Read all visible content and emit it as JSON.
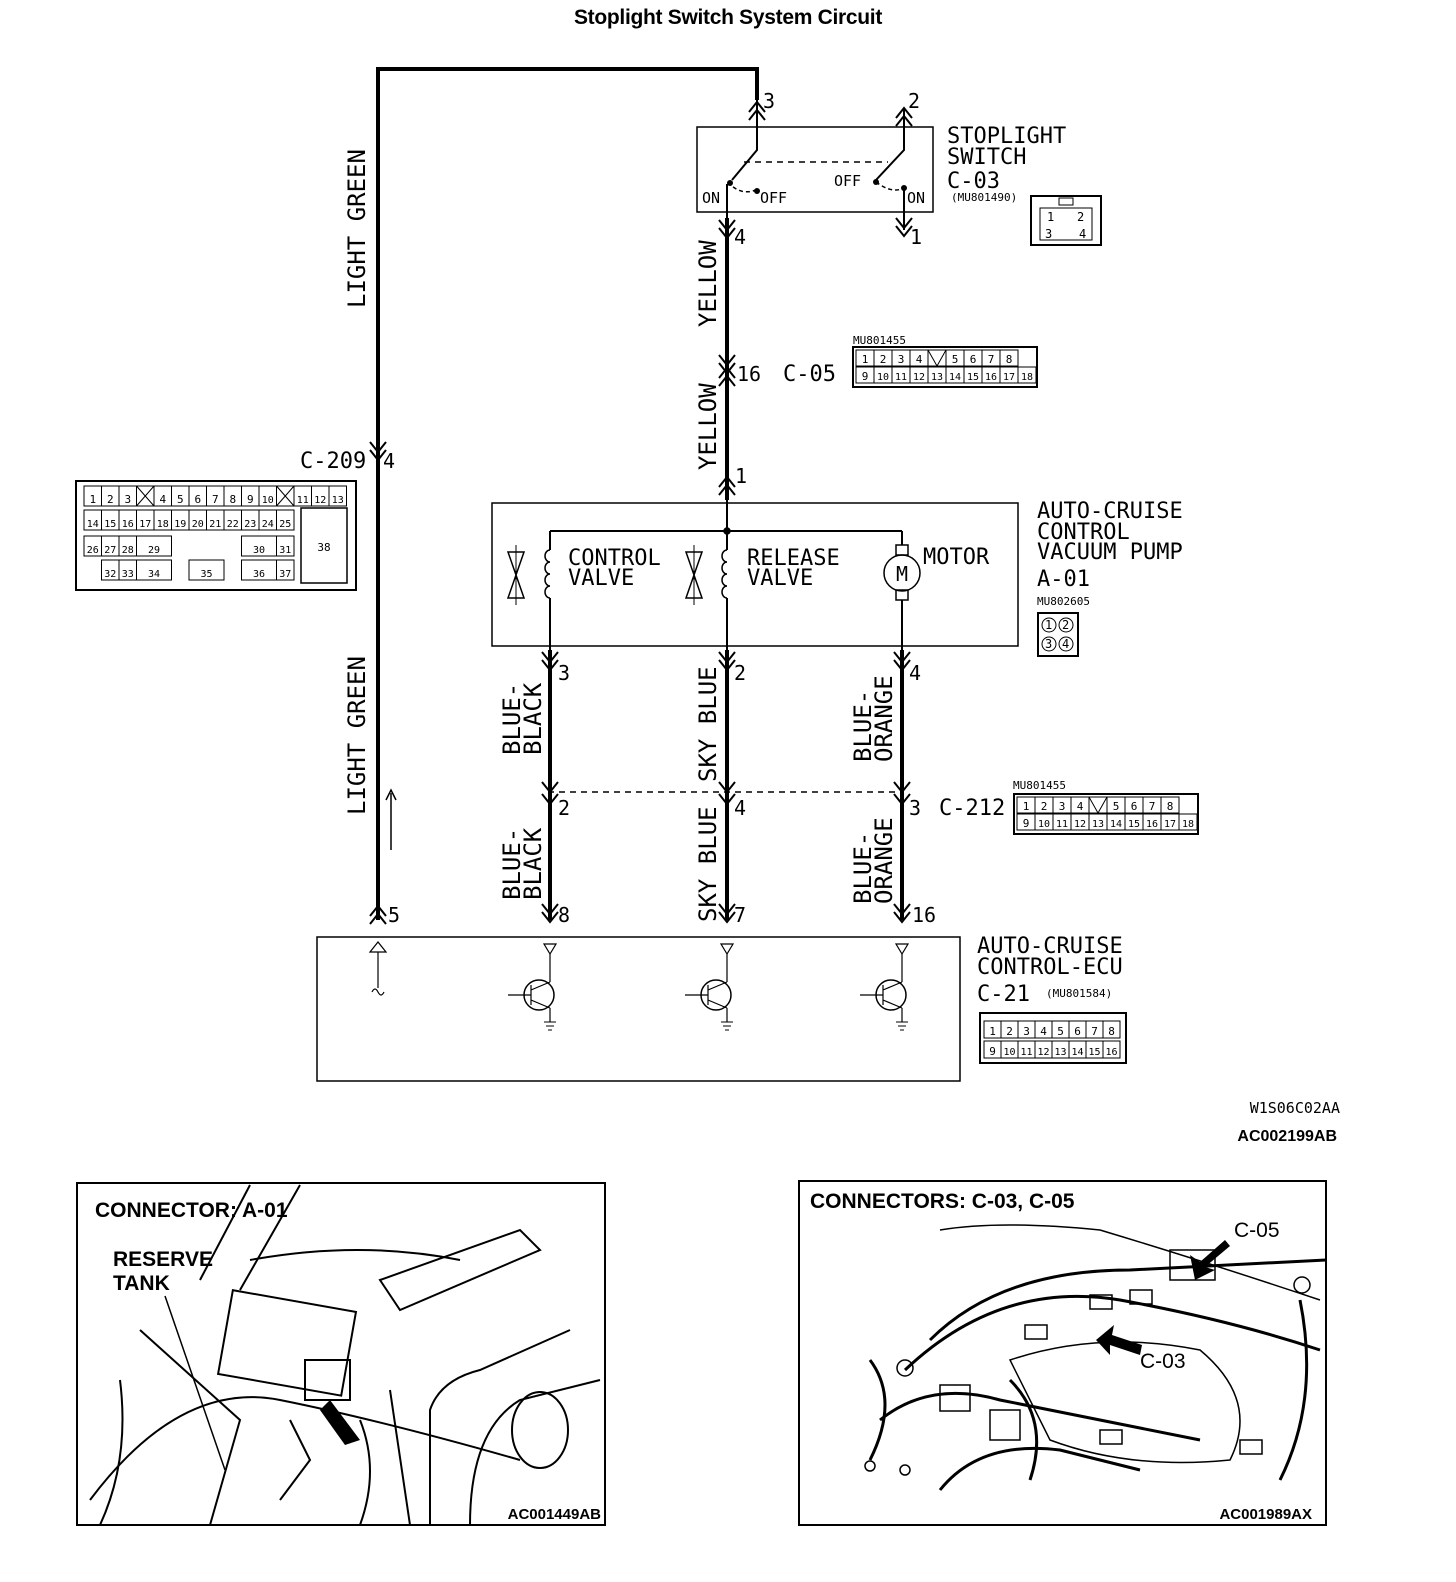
{
  "title": "Stoplight Switch System Circuit",
  "wires": {
    "light_green": "LIGHT GREEN",
    "yellow": "YELLOW",
    "blue_black_1": "BLUE-",
    "blue_black_2": "BLACK",
    "sky_blue": "SKY BLUE",
    "blue_orange_1": "BLUE-",
    "blue_orange_2": "ORANGE"
  },
  "stoplight_switch": {
    "name_1": "STOPLIGHT",
    "name_2": "SWITCH",
    "id": "C-03",
    "part": "(MU801490)",
    "on_left": "ON",
    "off_left": "OFF",
    "off_right": "OFF",
    "on_right": "ON",
    "pins": [
      "3",
      "2",
      "4",
      "1"
    ]
  },
  "c05": {
    "id": "C-05",
    "pin": "16",
    "part": "MU801455"
  },
  "c209": {
    "id": "C-209",
    "pin": "4"
  },
  "vacuum_pump": {
    "name_1": "AUTO-CRUISE",
    "name_2": "CONTROL",
    "name_3": "VACUUM PUMP",
    "id": "A-01",
    "part": "MU802605",
    "pin_in": "1",
    "control_valve_1": "CONTROL",
    "control_valve_2": "VALVE",
    "release_valve_1": "RELEASE",
    "release_valve_2": "VALVE",
    "motor": "MOTOR",
    "motor_symbol": "M",
    "pins_out": [
      "3",
      "2",
      "4"
    ]
  },
  "c212": {
    "id": "C-212",
    "pins": [
      "2",
      "4",
      "3"
    ],
    "part": "MU801455"
  },
  "ecu": {
    "name_1": "AUTO-CRUISE",
    "name_2": "CONTROL-ECU",
    "id": "C-21",
    "part": "(MU801584)",
    "pins": [
      "5",
      "8",
      "7",
      "16"
    ]
  },
  "connector_faces": {
    "c03": [
      "1",
      "2",
      "3",
      "4"
    ],
    "a01": [
      "1",
      "2",
      "3",
      "4"
    ],
    "c05_row1": [
      "1",
      "2",
      "3",
      "4",
      "",
      "5",
      "6",
      "7",
      "8"
    ],
    "c05_row2": [
      "9",
      "10",
      "11",
      "12",
      "13",
      "14",
      "15",
      "16",
      "17",
      "18"
    ],
    "c209_row1": [
      "1",
      "2",
      "3",
      "",
      "4",
      "5",
      "6",
      "7",
      "8",
      "9",
      "10",
      "",
      "11",
      "12",
      "13"
    ],
    "c209_row2": [
      "14",
      "15",
      "16",
      "17",
      "18",
      "19",
      "20",
      "21",
      "22",
      "23",
      "24",
      "25"
    ],
    "c209_row3": [
      "26",
      "27",
      "28",
      "29",
      "30",
      "31"
    ],
    "c209_row4": [
      "32",
      "33",
      "34",
      "35",
      "36",
      "37"
    ],
    "c209_big": "38",
    "c21_row1": [
      "1",
      "2",
      "3",
      "4",
      "5",
      "6",
      "7",
      "8"
    ],
    "c21_row2": [
      "9",
      "10",
      "11",
      "12",
      "13",
      "14",
      "15",
      "16"
    ]
  },
  "codes": {
    "diagram_code": "W1S06C02AA",
    "ref": "AC002199AB"
  },
  "photo_left": {
    "title": "CONNECTOR: A-01",
    "label_1": "RESERVE",
    "label_2": "TANK",
    "ref": "AC001449AB"
  },
  "photo_right": {
    "title": "CONNECTORS: C-03, C-05",
    "label_c05": "C-05",
    "label_c03": "C-03",
    "ref": "AC001989AX"
  }
}
